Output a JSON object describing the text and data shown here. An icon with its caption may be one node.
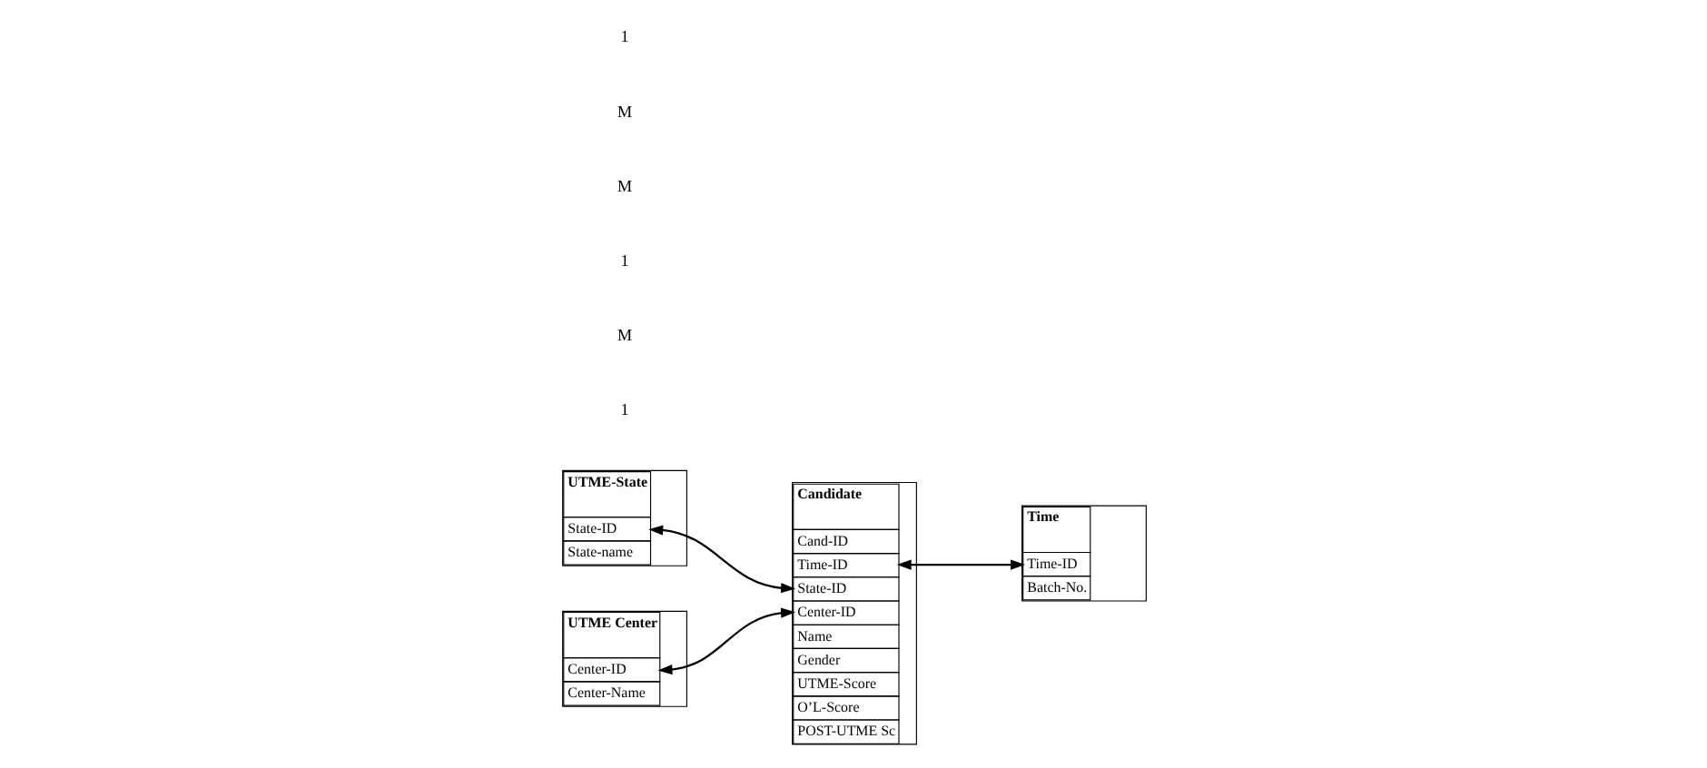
{
  "diagram": {
    "nodes": [
      {
        "text": [
          "UTME-State",
          "State-ID",
          "State-name"
        ]
      },
      {
        "text": [
          "Candidate",
          "Cand-ID",
          "Time-ID",
          "State-ID",
          "Center-ID",
          "Name",
          "Gender",
          "UTME-Score",
          "O’L-Score",
          "POST-UTME Sc"
        ]
      },
      {
        "text": [
          "Time",
          "Time-ID",
          "Batch-No."
        ]
      },
      {
        "text": [
          "UTME Center",
          "Center-ID",
          "Center-Name"
        ]
      }
    ],
    "edges": [
      {
        "from": 0,
        "to": 1,
        "arrow": "both"
      },
      {
        "from": 1,
        "to": 2,
        "arrow": "both"
      },
      {
        "from": 3,
        "to": 1,
        "arrow": "both"
      }
    ],
    "labels": [
      "1",
      "M",
      "1",
      "M",
      "M",
      "1"
    ]
  }
}
